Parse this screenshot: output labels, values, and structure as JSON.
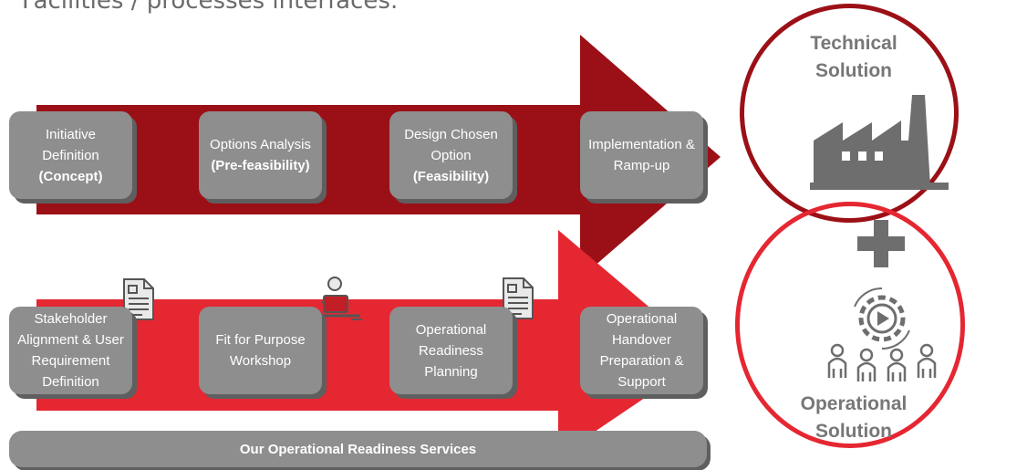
{
  "heading": "Facilities / processes interfaces.",
  "top_steps": [
    {
      "lines": [
        "Initiative",
        "Definition"
      ],
      "bold": "(Concept)"
    },
    {
      "lines": [
        "Options Analysis"
      ],
      "bold": "(Pre-feasibility)"
    },
    {
      "lines": [
        "Design Chosen",
        "Option"
      ],
      "bold": "(Feasibility)"
    },
    {
      "lines": [
        "Implementation &",
        "Ramp-up"
      ],
      "bold": ""
    }
  ],
  "bottom_steps": [
    {
      "lines": [
        "Stakeholder",
        "Alignment & User",
        "Requirement",
        "Definition"
      ]
    },
    {
      "lines": [
        "Fit for Purpose",
        "Workshop"
      ]
    },
    {
      "lines": [
        "Operational",
        "Readiness",
        "Planning"
      ]
    },
    {
      "lines": [
        "Operational",
        "Handover",
        "Preparation &",
        "Support"
      ]
    }
  ],
  "services_bar": "Our Operational Readiness Services",
  "technical_solution": {
    "lines": [
      "Technical",
      "Solution"
    ],
    "icon": "factory-icon"
  },
  "plus_sign": "plus-icon",
  "operational_solution": {
    "lines": [
      "Operational",
      "Solution"
    ],
    "icon": "gear-play-people-icon"
  },
  "colors": {
    "dark_red": "#9b1016",
    "red": "#e52732",
    "box_gray": "#8e8e8e",
    "text_gray": "#777777"
  }
}
